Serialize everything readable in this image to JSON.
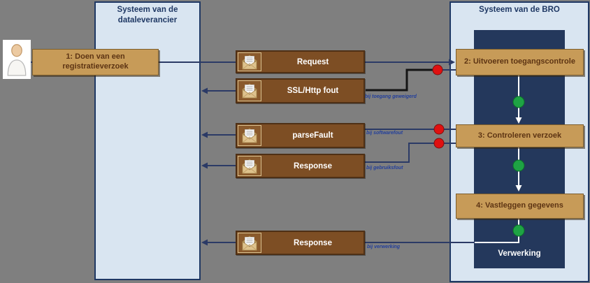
{
  "lanes": {
    "left": {
      "title": "Systeem van de dataleverancier"
    },
    "right": {
      "title": "Systeem van de BRO",
      "process_label": "Verwerking"
    }
  },
  "steps": [
    {
      "label": "1: Doen van een registratieverzoek"
    },
    {
      "label": "2: Uitvoeren toegangscontrole"
    },
    {
      "label": "3: Controleren verzoek"
    },
    {
      "label": "4: Vastleggen gegevens"
    }
  ],
  "messages": [
    {
      "label": "Request",
      "note": ""
    },
    {
      "label": "SSL/Http fout",
      "note": "bij toegang geweigerd"
    },
    {
      "label": "parseFault",
      "note": "bij softwarefout"
    },
    {
      "label": "Response",
      "note": "bij gebruiksfout"
    },
    {
      "label": "Response",
      "note": "bij verwerking"
    }
  ],
  "icons": {
    "actor": "person-icon",
    "message": "envelope-icon",
    "error_marker": "red-dot-icon",
    "success_marker": "green-dot-icon"
  },
  "colors": {
    "background": "#7f7f7f",
    "lane_fill": "#d9e5f1",
    "lane_border": "#1f3864",
    "process_fill": "#24385c",
    "task_fill": "#c79b58",
    "message_fill": "#7d4e24",
    "connector": "#2b3a66",
    "error_marker": "#e01010",
    "success_marker": "#1ea344",
    "note_text": "#233f9b"
  }
}
